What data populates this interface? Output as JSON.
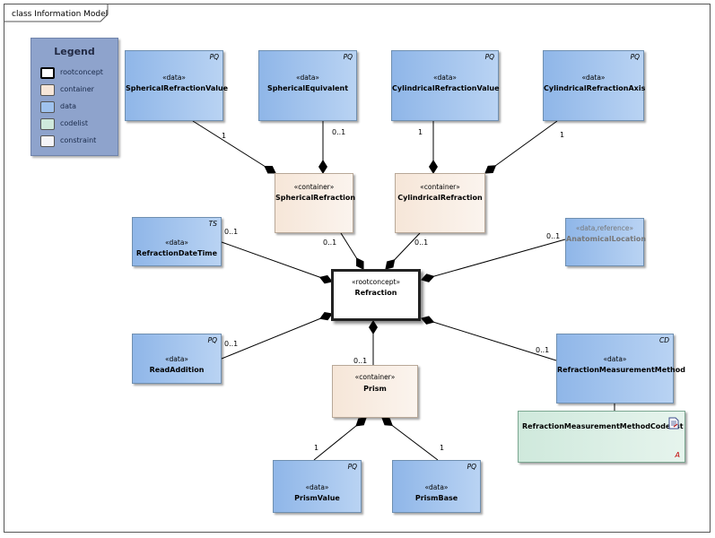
{
  "diagram": {
    "title": "class Information Model"
  },
  "legend": {
    "title": "Legend",
    "items": [
      {
        "label": "rootconcept",
        "color": "#ffffff",
        "border": "#000000"
      },
      {
        "label": "container",
        "color": "#f6e6d8",
        "border": "#777777"
      },
      {
        "label": "data",
        "color": "#9fc2ee",
        "border": "#777777"
      },
      {
        "label": "codelist",
        "color": "#cfe9dc",
        "border": "#777777"
      },
      {
        "label": "constraint",
        "color": "#f4f4f8",
        "border": "#777777"
      }
    ]
  },
  "nodes": {
    "spherical_refraction_value": {
      "stereotype": "«data»",
      "name": "SphericalRefractionValue",
      "type": "PQ"
    },
    "spherical_equivalent": {
      "stereotype": "«data»",
      "name": "SphericalEquivalent",
      "type": "PQ"
    },
    "cylindrical_refraction_value": {
      "stereotype": "«data»",
      "name": "CylindricalRefractionValue",
      "type": "PQ"
    },
    "cylindrical_refraction_axis": {
      "stereotype": "«data»",
      "name": "CylindricalRefractionAxis",
      "type": "PQ"
    },
    "spherical_refraction": {
      "stereotype": "«container»",
      "name": "SphericalRefraction"
    },
    "cylindrical_refraction": {
      "stereotype": "«container»",
      "name": "CylindricalRefraction"
    },
    "refraction_date_time": {
      "stereotype": "«data»",
      "name": "RefractionDateTime",
      "type": "TS"
    },
    "anatomical_location": {
      "stereotype": "«data,reference»",
      "name": "AnatomicalLocation"
    },
    "refraction": {
      "stereotype": "«rootconcept»",
      "name": "Refraction"
    },
    "read_addition": {
      "stereotype": "«data»",
      "name": "ReadAddition",
      "type": "PQ"
    },
    "refraction_measurement_method": {
      "stereotype": "«data»",
      "name": "RefractionMeasurementMethod",
      "type": "CD"
    },
    "prism": {
      "stereotype": "«container»",
      "name": "Prism"
    },
    "codelist": {
      "name": "RefractionMeasurementMethodCodelist",
      "marker": "A"
    },
    "prism_value": {
      "stereotype": "«data»",
      "name": "PrismValue",
      "type": "PQ"
    },
    "prism_base": {
      "stereotype": "«data»",
      "name": "PrismBase",
      "type": "PQ"
    }
  },
  "multiplicities": {
    "srv": "1",
    "se": "0..1",
    "crv": "1",
    "cra": "1",
    "sr_to_root": "0..1",
    "cr_to_root": "0..1",
    "rdt": "0..1",
    "al": "0..1",
    "ra": "0..1",
    "rmm": "0..1",
    "prism_to_root": "0..1",
    "pv": "1",
    "pb": "1"
  }
}
